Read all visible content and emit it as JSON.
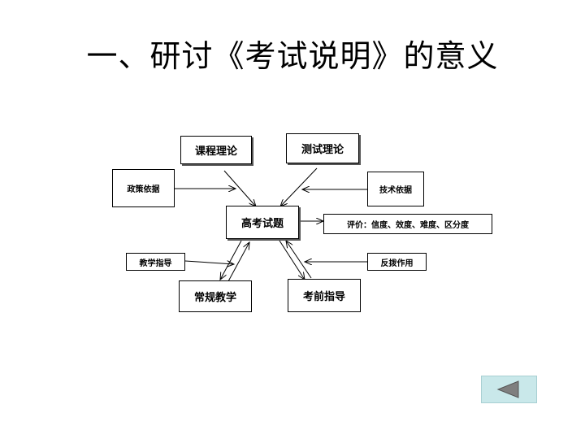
{
  "title": "一、研讨《考试说明》的意义",
  "diagram": {
    "course_theory": "课程理论",
    "test_theory": "测试理论",
    "policy_basis": "政策依据",
    "tech_basis": "技术依据",
    "exam_questions": "高考试题",
    "evaluation": "评价：信度、效度、难度、区分度",
    "teaching_guidance": "教学指导",
    "backwash": "反拨作用",
    "regular_teaching": "常规教学",
    "pre_exam_guidance": "考前指导"
  },
  "nav": {
    "back_icon": "triangle-left-icon",
    "accent": "#c9e8ea",
    "icon_color": "#7f7f7f"
  }
}
